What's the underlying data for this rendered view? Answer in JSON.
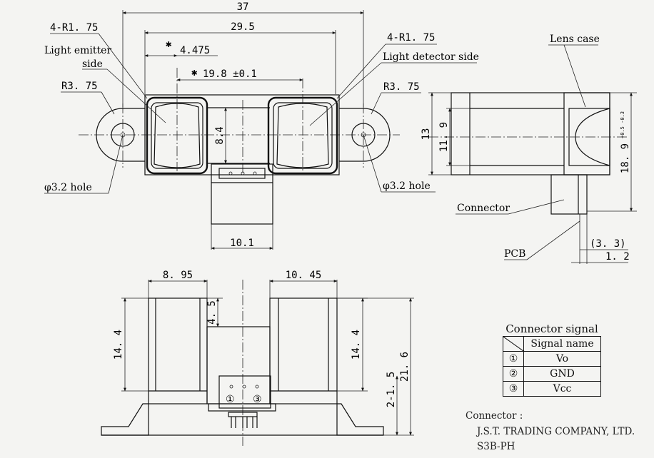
{
  "front_view": {
    "dim_overall_width": "37",
    "dim_lens_span": "29.5",
    "dim_emitter_offset": "4.475",
    "dim_emitter_offset_mark": "✱",
    "dim_lens_pitch": "19.8 ±0.1",
    "dim_lens_pitch_mark": "✱",
    "dim_body_height": "8.4",
    "dim_connector_width": "10.1",
    "label_corner_radius_left": "4-R1. 75",
    "label_corner_radius_right": "4-R1. 75",
    "label_emitter": "Light emitter",
    "label_emitter_2": "side",
    "label_detector": "Light detector side",
    "label_mount_radius_left": "R3. 75",
    "label_mount_radius_right": "R3. 75",
    "label_hole_left": "φ3.2 hole",
    "label_hole_right": "φ3.2 hole"
  },
  "side_view": {
    "label_lens_case": "Lens case",
    "label_connector": "Connector",
    "label_pcb": "PCB",
    "dim_height_13": "13",
    "dim_height_11_9": "11. 9",
    "dim_height_18_9": "18. 9",
    "dim_tol": "+0.5 -0.3",
    "dim_3_3": "(3. 3)",
    "dim_1_2": "1. 2"
  },
  "bottom_view": {
    "dim_left_block": "8. 95",
    "dim_right_block": "10. 45",
    "dim_left_height": "14. 4",
    "dim_right_height": "14. 4",
    "dim_gap_4_5": "4. 5",
    "dim_pitch": "2-1. 5",
    "dim_total_height": "21. 6",
    "pin_1": "①",
    "pin_3": "③"
  },
  "connector_table": {
    "title": "Connector signal",
    "header": "Signal name",
    "rows": [
      {
        "pin": "①",
        "signal": "Vo"
      },
      {
        "pin": "②",
        "signal": "GND"
      },
      {
        "pin": "③",
        "signal": "Vcc"
      }
    ]
  },
  "connector_note": {
    "line1": "Connector :",
    "line2": "J.S.T. TRADING COMPANY, LTD.",
    "line3": "S3B-PH"
  }
}
